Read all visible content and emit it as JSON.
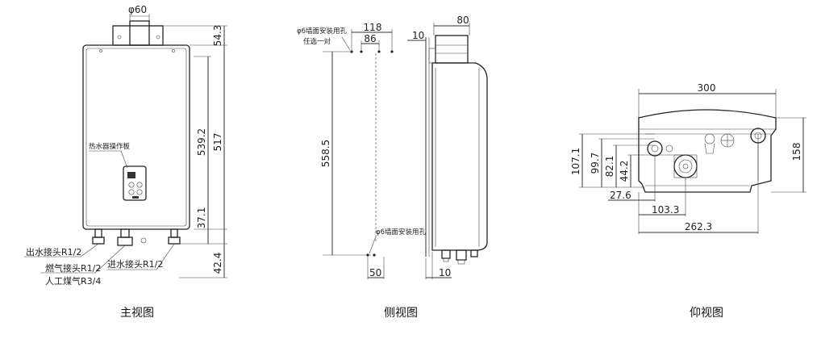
{
  "front_view": {
    "caption": "主视图",
    "flue_diameter": "φ60",
    "dim_top": "54.3",
    "dim_inner_height": "539.2",
    "dim_total_height": "517",
    "dim_bottom_offset": "37.1",
    "dim_pipe": "42.4",
    "panel_label": "热水器操作板",
    "label_outlet": "出水接头R1/2",
    "label_gas": "燃气接头R1/2",
    "label_town_gas": "人工煤气R3/4",
    "label_inlet": "进水接头R1/2"
  },
  "side_view": {
    "caption": "侧视图",
    "hole_note_top": "φ6墙面安装用孔",
    "hole_note_top_sub": "任选一对",
    "dim_118": "118",
    "dim_86": "86",
    "dim_10_top": "10",
    "dim_80": "80",
    "dim_height": "558.5",
    "hole_note_bottom": "φ6墙面安装用孔",
    "dim_50": "50",
    "dim_10_bottom": "10"
  },
  "bottom_view": {
    "caption": "仰视图",
    "dim_width": "300",
    "dim_depth": "158",
    "dim_107_1": "107.1",
    "dim_99_7": "99.7",
    "dim_82_1": "82.1",
    "dim_44_2": "44.2",
    "dim_27_6": "27.6",
    "dim_103_3": "103.3",
    "dim_262_3": "262.3"
  }
}
